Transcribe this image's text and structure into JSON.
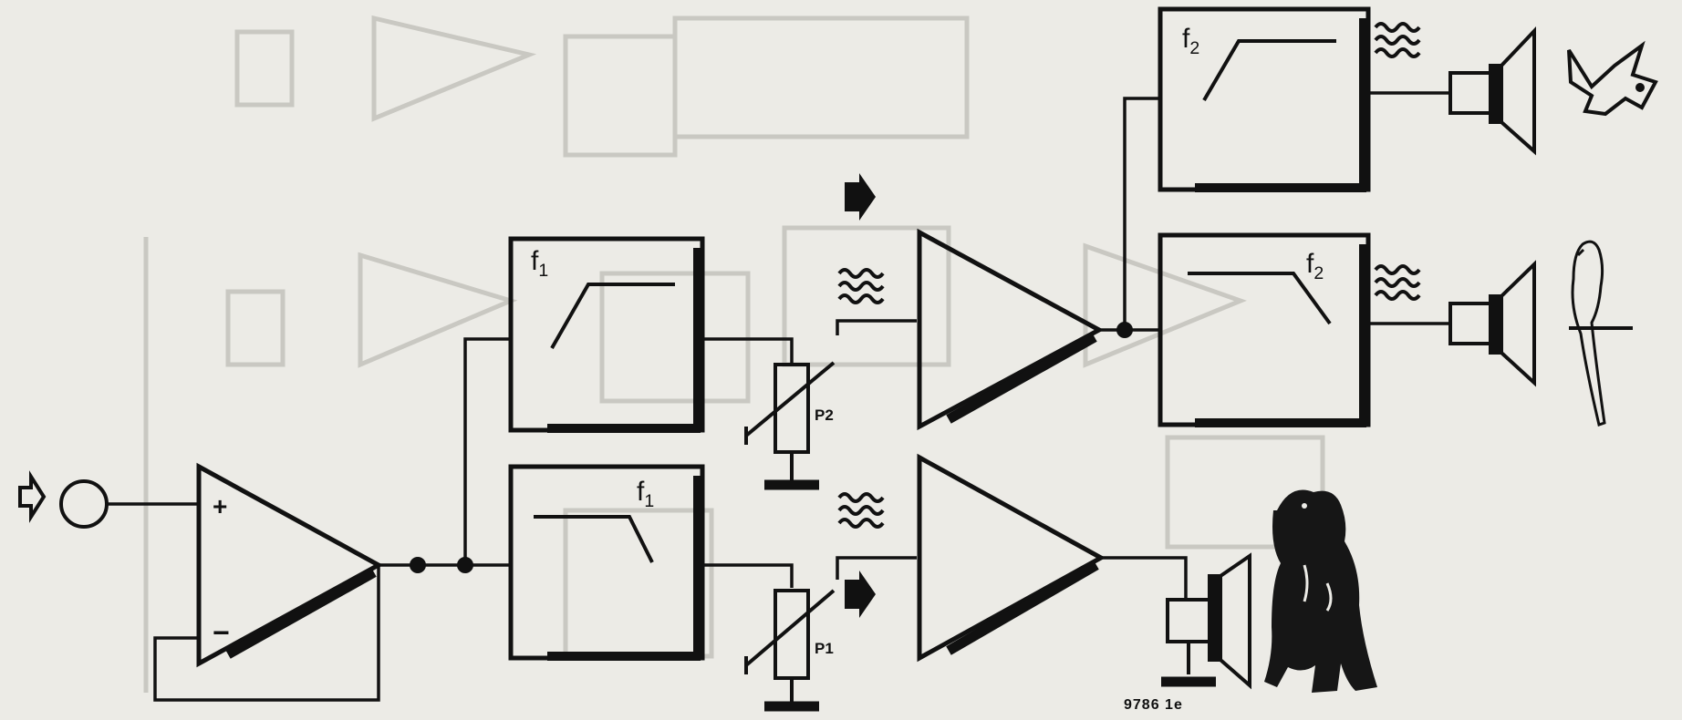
{
  "labels": {
    "f1_upper": {
      "base": "f",
      "sub": "1"
    },
    "f1_lower": {
      "base": "f",
      "sub": "1"
    },
    "f2_upper": {
      "base": "f",
      "sub": "2"
    },
    "f2_lower": {
      "base": "f",
      "sub": "2"
    },
    "p1": "P1",
    "p2": "P2",
    "figure_number": "9786  1e"
  },
  "symbols": {
    "input_amp_plus": "+",
    "input_amp_minus": "−"
  },
  "icons": {
    "input": "input-arrow-icon",
    "speakers": [
      "speaker-icon",
      "speaker-icon",
      "speaker-icon"
    ],
    "animals": [
      "bird-icon",
      "parrot-icon",
      "dog-icon"
    ],
    "sound_waves": "sound-waves-icon",
    "signal_arrow": "signal-arrow-icon"
  },
  "colors": {
    "ink": "#111111",
    "paper": "#ecebe6",
    "ghost": "#c9c8c2"
  }
}
